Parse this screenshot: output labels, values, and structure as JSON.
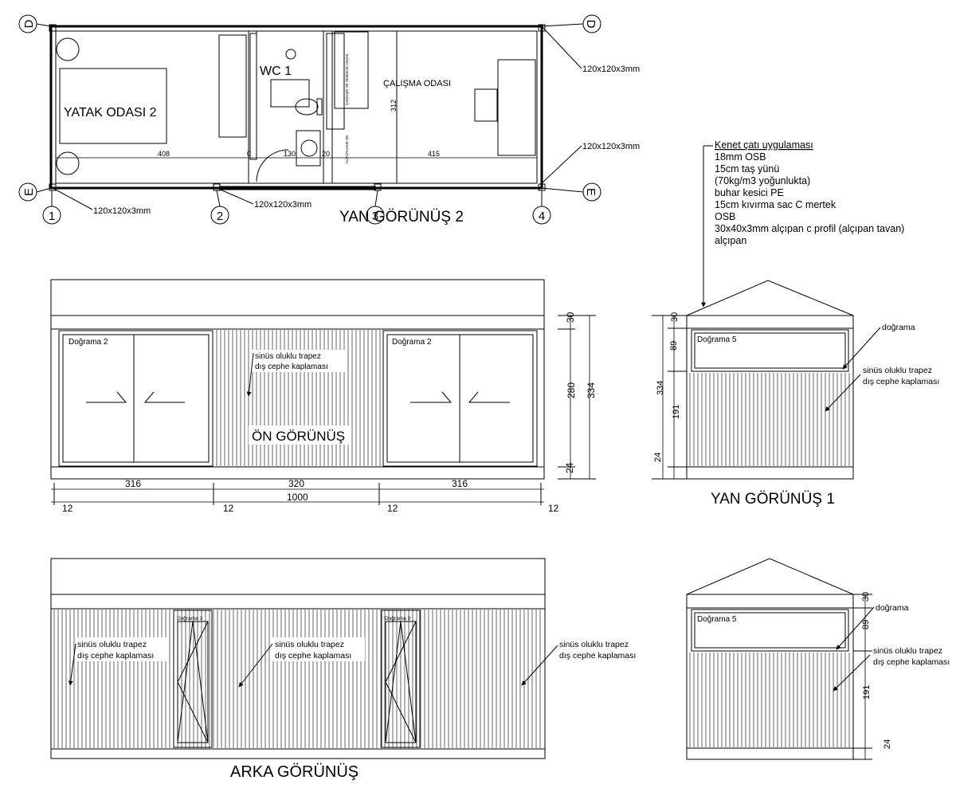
{
  "plan": {
    "grid_rows": [
      "D",
      "E"
    ],
    "grid_cols": [
      "1",
      "2",
      "3",
      "4"
    ],
    "rooms": {
      "bedroom": "YATAK ODASI 2",
      "wc": "WC 1",
      "study": "ÇALIŞMA ODASI",
      "laundry": "ÇAMAŞIR VE TEMİZLİK ODASI",
      "library": "KÜTÜPHANE VB"
    },
    "dims": {
      "d408": "408",
      "d130": "130",
      "d20": "20",
      "d0": "0",
      "d415": "415",
      "d312": "312"
    },
    "post_label": "120x120x3mm",
    "overlay_title": "YAN GÖRÜNÜŞ 2"
  },
  "roof_notes": {
    "heading": "Kenet çatı uygulaması",
    "lines": [
      "18mm OSB",
      "15cm taş yünü",
      "(70kg/m3 yoğunlukta)",
      "buhar kesici PE",
      "15cm kıvırma sac C mertek",
      "OSB",
      "30x40x3mm alçıpan c profil (alçıpan tavan)",
      "alçıpan"
    ]
  },
  "front": {
    "title": "ÖN GÖRÜNÜŞ",
    "window_label": "Doğrama 2",
    "cladding": [
      "sinüs oluklu trapez",
      "dış cephe kaplaması"
    ],
    "dims": {
      "w1": "316",
      "w2": "320",
      "w3": "316",
      "total": "1000",
      "gap": "12",
      "h_top": "30",
      "h_280": "280",
      "h_334": "334",
      "h_bottom": "24"
    }
  },
  "side1": {
    "title": "YAN GÖRÜNÜŞ 1",
    "window_label": "Doğrama 5",
    "window_callout": "doğrama",
    "cladding": [
      "sinüs oluklu trapez",
      "dış cephe kaplaması"
    ],
    "dims": {
      "h30": "30",
      "h89": "89",
      "h191": "191",
      "h24": "24",
      "h334": "334"
    }
  },
  "back": {
    "title": "ARKA  GÖRÜNÜŞ",
    "window_label": "Doğrama 3",
    "cladding": [
      "sinüs oluklu trapez",
      "dış cephe kaplaması"
    ]
  },
  "side2": {
    "window_label": "Doğrama 5",
    "window_callout": "doğrama",
    "cladding": [
      "sinüs oluklu trapez",
      "dış cephe kaplaması"
    ],
    "dims": {
      "h30": "30",
      "h89": "89",
      "h191": "191",
      "h24": "24"
    }
  }
}
